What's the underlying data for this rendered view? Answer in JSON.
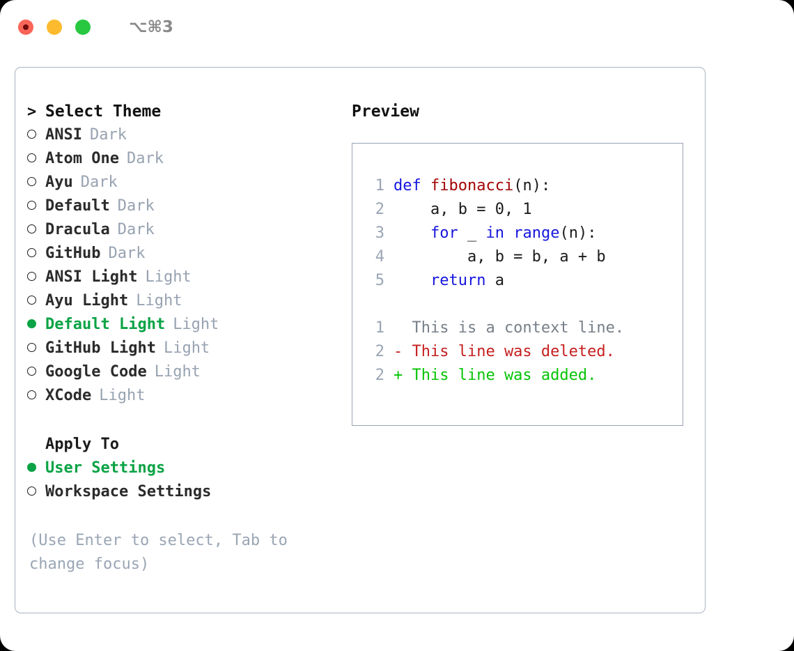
{
  "titlebar": {
    "lights": [
      {
        "name": "close-button",
        "color": "#fa6557"
      },
      {
        "name": "minimize-button",
        "color": "#fcbb2e"
      },
      {
        "name": "maximize-button",
        "color": "#28c840"
      }
    ],
    "shortcut": "⌥⌘3"
  },
  "theme_picker": {
    "prompt_marker": ">",
    "title": "Select Theme",
    "items": [
      {
        "marker": "○",
        "name": "ANSI",
        "category": "Dark",
        "selected": false
      },
      {
        "marker": "○",
        "name": "Atom One",
        "category": "Dark",
        "selected": false
      },
      {
        "marker": "○",
        "name": "Ayu",
        "category": "Dark",
        "selected": false
      },
      {
        "marker": "○",
        "name": "Default",
        "category": "Dark",
        "selected": false
      },
      {
        "marker": "○",
        "name": "Dracula",
        "category": "Dark",
        "selected": false
      },
      {
        "marker": "○",
        "name": "GitHub",
        "category": "Dark",
        "selected": false
      },
      {
        "marker": "○",
        "name": "ANSI Light",
        "category": "Light",
        "selected": false
      },
      {
        "marker": "○",
        "name": "Ayu Light",
        "category": "Light",
        "selected": false
      },
      {
        "marker": "●",
        "name": "Default Light",
        "category": "Light",
        "selected": true
      },
      {
        "marker": "○",
        "name": "GitHub Light",
        "category": "Light",
        "selected": false
      },
      {
        "marker": "○",
        "name": "Google Code",
        "category": "Light",
        "selected": false
      },
      {
        "marker": "○",
        "name": "XCode",
        "category": "Light",
        "selected": false
      }
    ]
  },
  "apply_to": {
    "title": "Apply To",
    "options": [
      {
        "marker": "●",
        "label": "User Settings",
        "selected": true
      },
      {
        "marker": "○",
        "label": "Workspace Settings",
        "selected": false
      }
    ]
  },
  "hint": "(Use Enter to select, Tab to change focus)",
  "preview": {
    "title": "Preview",
    "code_lines": [
      {
        "num": "1",
        "tokens": [
          {
            "text": "def ",
            "type": "kw"
          },
          {
            "text": "fibonacci",
            "type": "fn"
          },
          {
            "text": "(n):",
            "type": "plain"
          }
        ]
      },
      {
        "num": "2",
        "tokens": [
          {
            "text": "    a, b = 0, 1",
            "type": "plain"
          }
        ]
      },
      {
        "num": "3",
        "tokens": [
          {
            "text": "    ",
            "type": "plain"
          },
          {
            "text": "for",
            "type": "kw"
          },
          {
            "text": " _ ",
            "type": "plain"
          },
          {
            "text": "in ",
            "type": "kw"
          },
          {
            "text": "range",
            "type": "kw"
          },
          {
            "text": "(n):",
            "type": "plain"
          }
        ]
      },
      {
        "num": "4",
        "tokens": [
          {
            "text": "        a, b = b, a + b",
            "type": "plain"
          }
        ]
      },
      {
        "num": "5",
        "tokens": [
          {
            "text": "    ",
            "type": "plain"
          },
          {
            "text": "return",
            "type": "kw"
          },
          {
            "text": " a",
            "type": "plain"
          }
        ]
      }
    ],
    "diff_lines": [
      {
        "num": "1",
        "text": "  This is a context line.",
        "type": "ctx"
      },
      {
        "num": "2",
        "text": "- This line was deleted.",
        "type": "del"
      },
      {
        "num": "2",
        "text": "+ This line was added.",
        "type": "add"
      }
    ]
  },
  "colors": {
    "accent_green": "#0aa345",
    "muted_grey": "#97a2b1",
    "keyword_blue": "#1616dd",
    "function_red": "#a30404",
    "diff_deleted": "#c61f1f",
    "diff_added": "#06c406",
    "border": "#a9b3c1"
  }
}
